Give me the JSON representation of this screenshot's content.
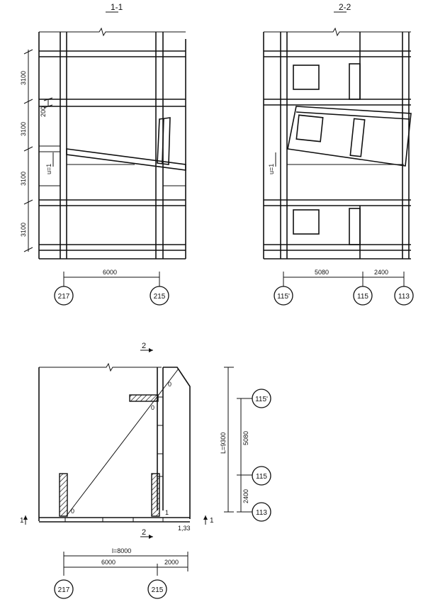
{
  "sections": {
    "s1": {
      "title": "1-1"
    },
    "s2": {
      "title": "2-2"
    }
  },
  "dims": {
    "story_height": "3100",
    "joint_gap": "200",
    "delta_u": "u=1",
    "span_217_215": "6000",
    "span_115p_115": "5080",
    "span_115_113": "2400",
    "plan_total_l": "l=8000",
    "plan_6000": "6000",
    "plan_2000": "2000",
    "plan_L": "L=9300",
    "plan_5080": "5080",
    "plan_2400": "2400",
    "plan_corner": "1,33",
    "plan_pt1": "1",
    "plan_zero": "0"
  },
  "axes": {
    "a217": "217",
    "a215": "215",
    "a115p": "115'",
    "a115": "115",
    "a113": "113"
  },
  "cut_marks": {
    "two": "2",
    "one": "1"
  }
}
